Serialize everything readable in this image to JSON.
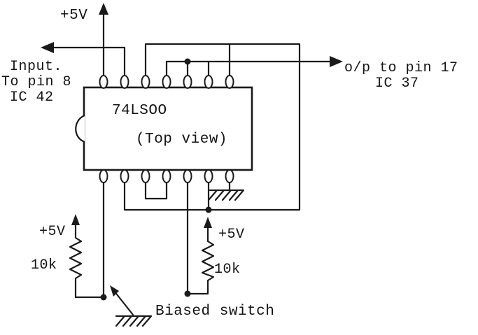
{
  "diagram": {
    "ic": {
      "part_number": "74LSOO",
      "view": "(Top view)"
    },
    "power": {
      "top_rail": "+5V",
      "left_pullup": "+5V",
      "right_pullup": "+5V"
    },
    "resistors": {
      "left_value": "10k",
      "right_value": "10k"
    },
    "input": {
      "line1": "Input.",
      "line2": "To pin 8",
      "line3": "IC 42"
    },
    "output": {
      "line1": "o/p to pin 17",
      "line2": "IC 37"
    },
    "switch": {
      "label": "Biased switch"
    },
    "colors": {
      "ink": "#1a1a1a",
      "background": "#ffffff"
    }
  }
}
